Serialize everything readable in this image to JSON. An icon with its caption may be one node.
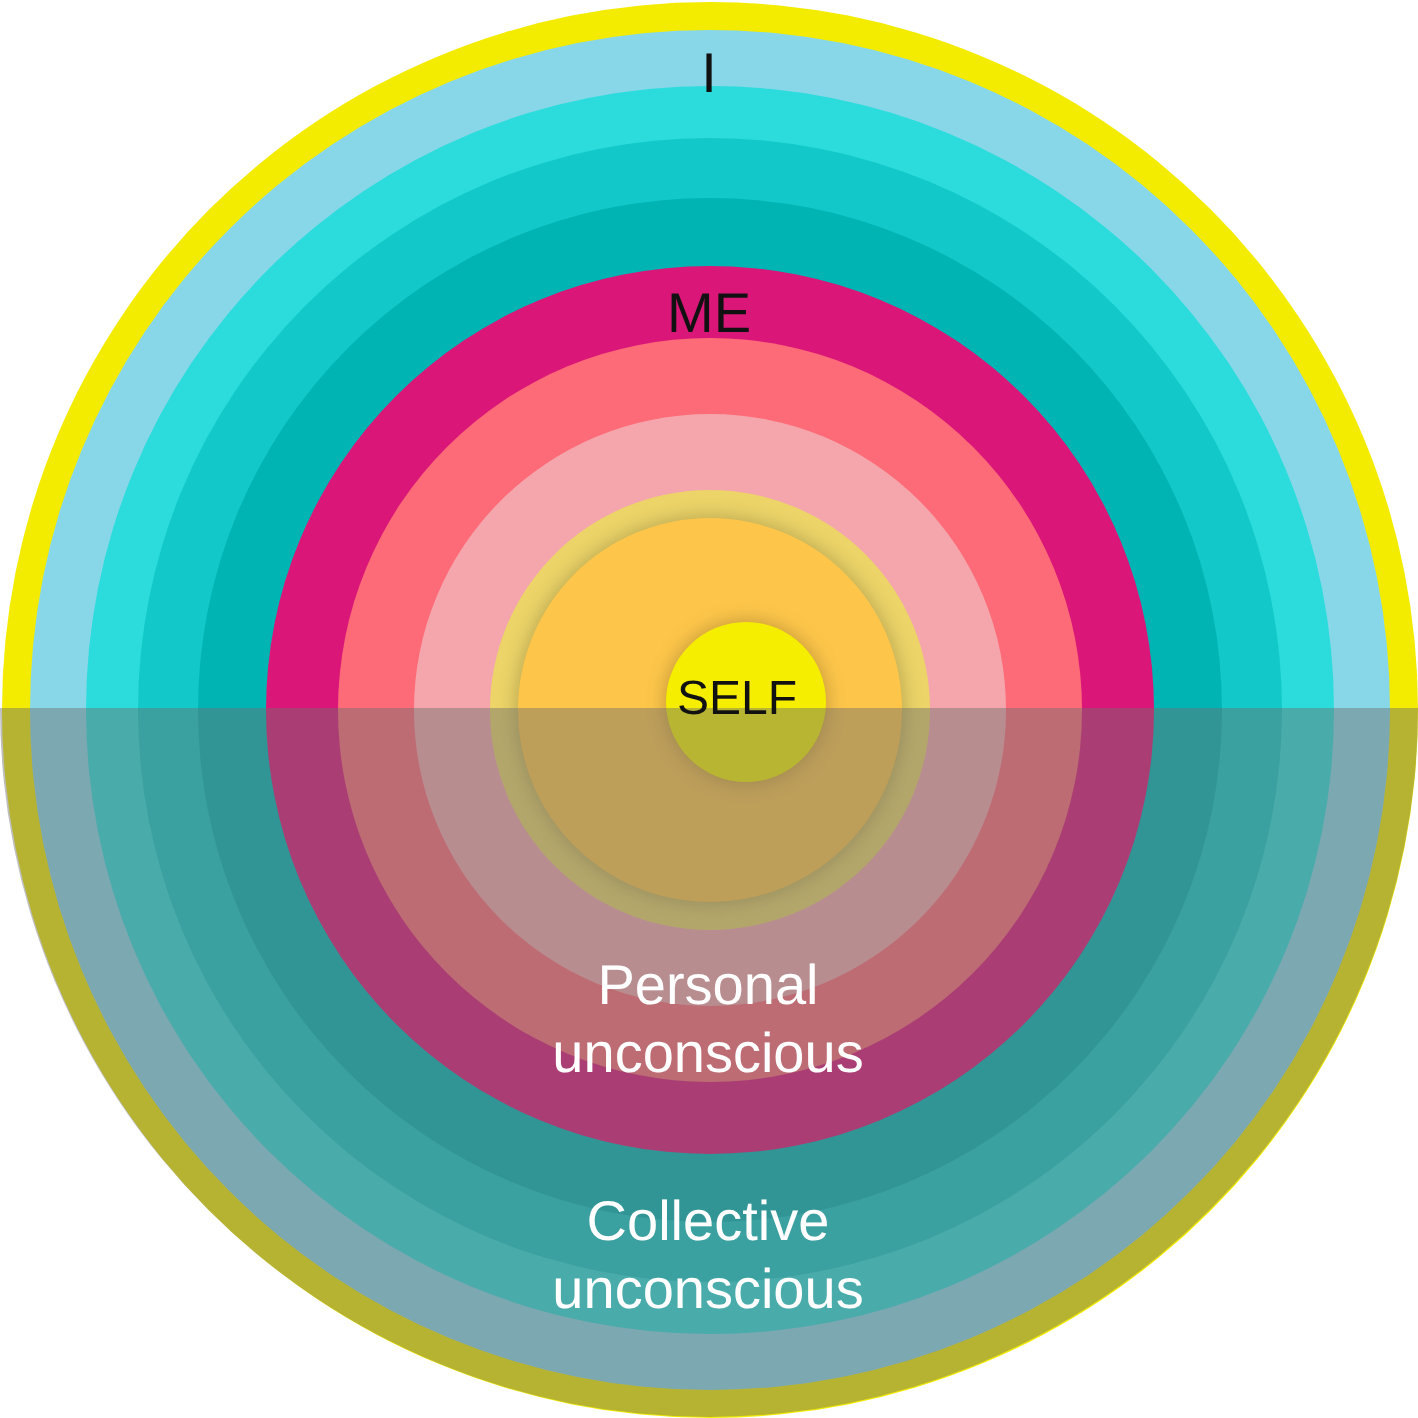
{
  "diagram": {
    "nodes": [
      {
        "text": [],
        "shape": "circle"
      },
      {
        "text": [
          "I"
        ],
        "in": 0
      },
      {
        "text": [],
        "shape": "circle",
        "in": 1
      },
      {
        "text": [],
        "shape": "circle",
        "in": 2
      },
      {
        "text": [],
        "shape": "circle",
        "in": 3
      },
      {
        "text": [
          "ME"
        ],
        "in": 4
      },
      {
        "text": [],
        "shape": "circle",
        "in": 5
      },
      {
        "text": [],
        "shape": "circle",
        "in": 6
      },
      {
        "text": [],
        "shape": "circle",
        "in": 7
      },
      {
        "text": [],
        "shape": "circle",
        "in": 8
      },
      {
        "text": [
          "SELF"
        ],
        "in": 9
      }
    ],
    "labels": [
      "Personal unconscious",
      "Collective unconscious"
    ]
  }
}
